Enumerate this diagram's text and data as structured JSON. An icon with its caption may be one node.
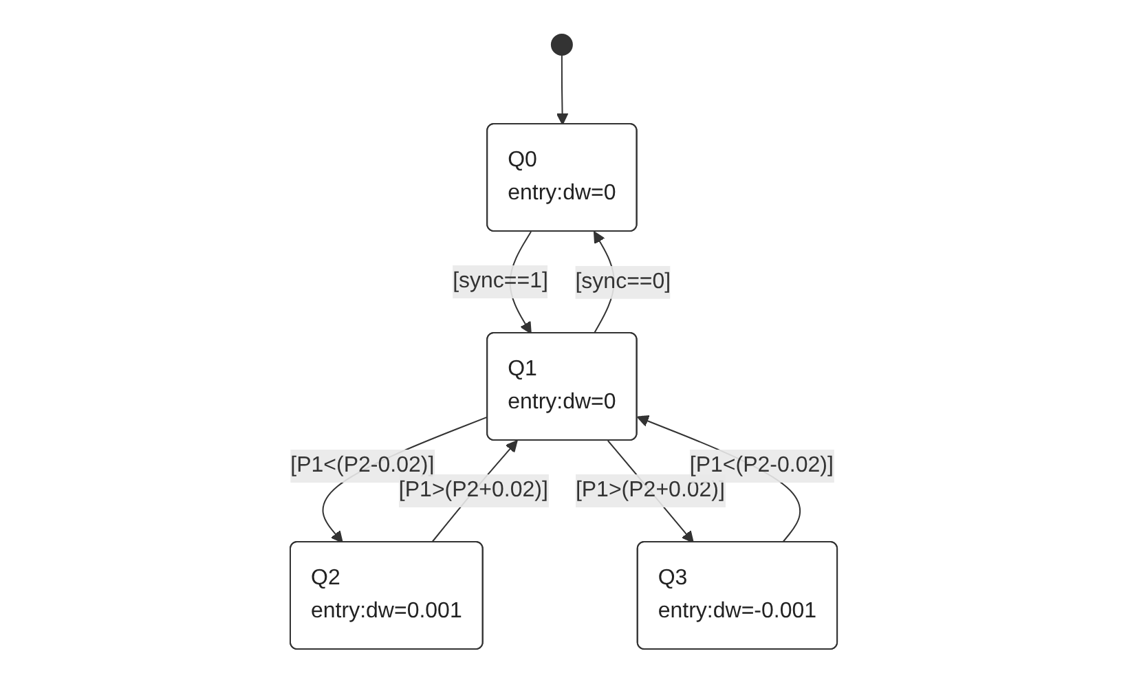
{
  "diagram": {
    "nodes": [
      {
        "text": [],
        "shape": "circle"
      },
      {
        "text": [
          "Q0",
          "entry:dw=0"
        ]
      },
      {
        "text": [
          "Q1",
          "entry:dw=0"
        ]
      },
      {
        "text": [
          "Q2",
          "entry:dw=0.001"
        ]
      },
      {
        "text": [
          "Q3",
          "entry:dw=-0.001"
        ]
      }
    ],
    "edges": [
      {
        "from": 0,
        "to": 1,
        "arrow": "to"
      },
      {
        "from": 2,
        "to": 1,
        "arrow": "to",
        "label": "[sync==0]"
      },
      {
        "from": 1,
        "to": 2,
        "arrow": "to",
        "label": "[sync==1]"
      },
      {
        "from": 2,
        "to": 3,
        "arrow": "to",
        "label": "[P1<(P2-0.02)]"
      },
      {
        "from": 3,
        "to": 2,
        "arrow": "to",
        "label": "[P1>(P2+0.02)]"
      },
      {
        "from": 2,
        "to": 4,
        "arrow": "to",
        "label": "[P1>(P2+0.02)]"
      },
      {
        "from": 4,
        "to": 2,
        "arrow": "to",
        "label": "[P1<(P2-0.02)]"
      }
    ]
  }
}
